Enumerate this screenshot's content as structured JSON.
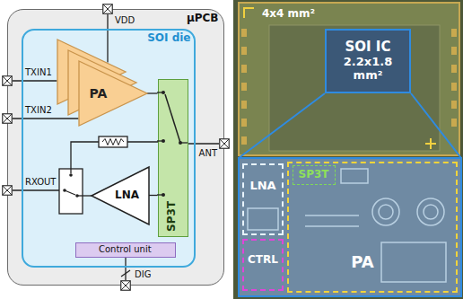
{
  "diagram": {
    "nodes": [
      {
        "text": [
          "μPCB"
        ]
      },
      {
        "text": [
          "SOI die"
        ],
        "in": 0
      },
      {
        "text": [
          "PA"
        ],
        "in": 1
      },
      {
        "text": [
          "SP3T"
        ],
        "in": 1
      },
      {
        "text": [
          "LNA"
        ],
        "in": 1
      },
      {
        "text": [
          "Control unit"
        ],
        "in": 1
      },
      {
        "text": [
          "VDD"
        ]
      },
      {
        "text": [
          "TXIN1"
        ]
      },
      {
        "text": [
          "TXIN2"
        ]
      },
      {
        "text": [
          "ANT"
        ]
      },
      {
        "text": [
          "RXOUT"
        ]
      },
      {
        "text": [
          "DIG"
        ]
      },
      {
        "text": [
          "SOI IC",
          "2.2x1.8 mm²"
        ]
      },
      {
        "text": [
          "LNA"
        ]
      },
      {
        "text": [
          "PA"
        ]
      },
      {
        "text": [
          "SP3T"
        ],
        "in": 14
      },
      {
        "text": [
          "CTRL"
        ]
      }
    ],
    "edges": [
      {
        "from": 6,
        "to": 2,
        "arrow": "none"
      },
      {
        "from": 7,
        "to": 2,
        "arrow": "none"
      },
      {
        "from": 8,
        "to": 2,
        "arrow": "none"
      },
      {
        "from": 2,
        "to": 3,
        "arrow": "none"
      },
      {
        "from": 3,
        "to": 9,
        "arrow": "none"
      },
      {
        "from": 3,
        "to": 4,
        "arrow": "none"
      },
      {
        "from": 5,
        "to": 11,
        "arrow": "none"
      }
    ],
    "labels": [
      "4x4 mm²"
    ]
  }
}
